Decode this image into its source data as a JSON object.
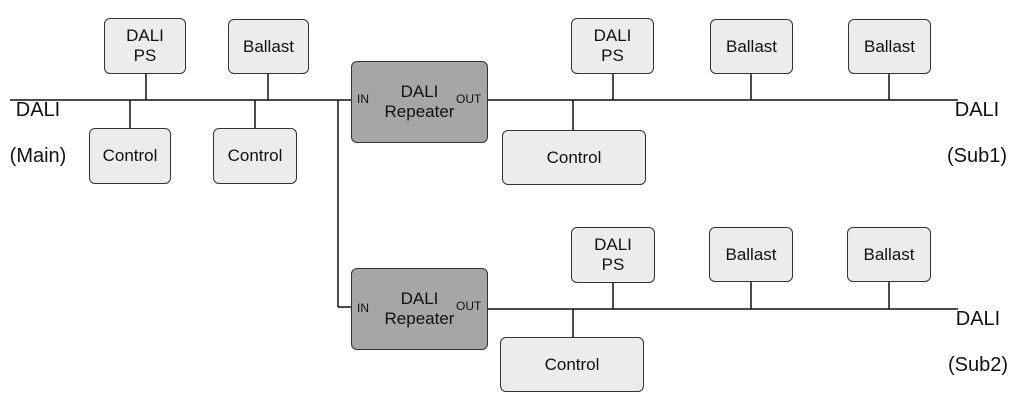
{
  "buses": {
    "main": {
      "line1": "DALI",
      "line2": "(Main)"
    },
    "sub1": {
      "line1": "DALI",
      "line2": "(Sub1)"
    },
    "sub2": {
      "line1": "DALI",
      "line2": "(Sub2)"
    }
  },
  "main_segment": {
    "ps": "DALI\nPS",
    "ballast": "Ballast",
    "control_1": "Control",
    "control_2": "Control"
  },
  "repeater_1": {
    "label": "DALI\nRepeater",
    "in": "IN",
    "out": "OUT"
  },
  "repeater_2": {
    "label": "DALI\nRepeater",
    "in": "IN",
    "out": "OUT"
  },
  "sub1_segment": {
    "ps": "DALI\nPS",
    "ballast_1": "Ballast",
    "ballast_2": "Ballast",
    "control": "Control"
  },
  "sub2_segment": {
    "ps": "DALI\nPS",
    "ballast_1": "Ballast",
    "ballast_2": "Ballast",
    "control": "Control"
  },
  "colors": {
    "device_fill": "#ececec",
    "repeater_fill": "#a6a6a6",
    "line": "#111111"
  }
}
